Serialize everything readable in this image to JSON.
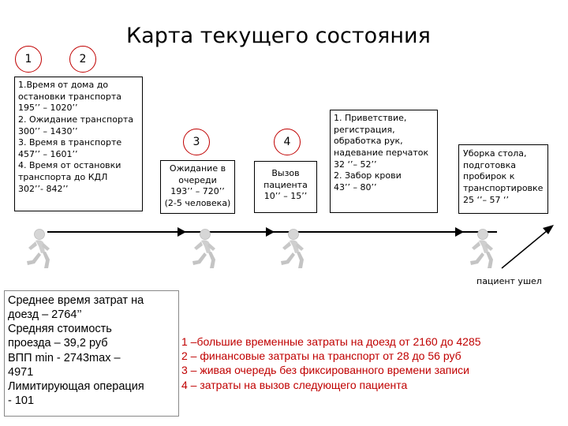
{
  "title": "Карта текущего состояния",
  "steps": [
    {
      "number": "1"
    },
    {
      "number": "2"
    },
    {
      "number": "3"
    },
    {
      "number": "4"
    }
  ],
  "boxes": {
    "travel": [
      "1.Время от дома до",
      "остановки транспорта",
      "195’’ – 1020’’",
      "2. Ожидание транспорта",
      " 300’’ – 1430’’",
      "3. Время в транспорте",
      "457’’ – 1601’’",
      "4. Время от остановки",
      "транспорта до КДЛ",
      "302’’- 842’’"
    ],
    "queue": [
      "Ожидание в",
      "очереди",
      "193’’ – 720’’",
      "(2-5  человека)"
    ],
    "call": [
      "Вызов",
      "пациента",
      "10’’ – 15’’"
    ],
    "registration": [
      "1. Приветствие,",
      "регистрация,",
      "обработка рук,",
      "надевание перчаток",
      "32 ‘’– 52’’",
      "2. Забор крови",
      "43’’ – 80’’"
    ],
    "cleanup": [
      "Уборка стола,",
      "подготовка",
      "пробирок к",
      "транспортировке",
      "25 ‘’– 57 ‘’"
    ]
  },
  "patient_left": "пациент ушел",
  "summary": [
    "Среднее время затрат на",
    "доезд – 2764’’",
    "Средняя стоимость",
    "проезда – 39,2 руб",
    "ВПП  min - 2743max –",
    "4971",
    "Лимитирующая  операция",
    "- 101"
  ],
  "problems": [
    "1 –большие временные затраты на доезд  от 2160 до 4285",
    "2 – финансовые затраты на транспорт от 28 до 56 руб",
    "3 – живая очередь без фиксированного времени записи",
    "4 – затраты на вызов следующего пациента"
  ],
  "colors": {
    "accent_red": "#c00000",
    "figure_gray": "#d9d9d9"
  }
}
